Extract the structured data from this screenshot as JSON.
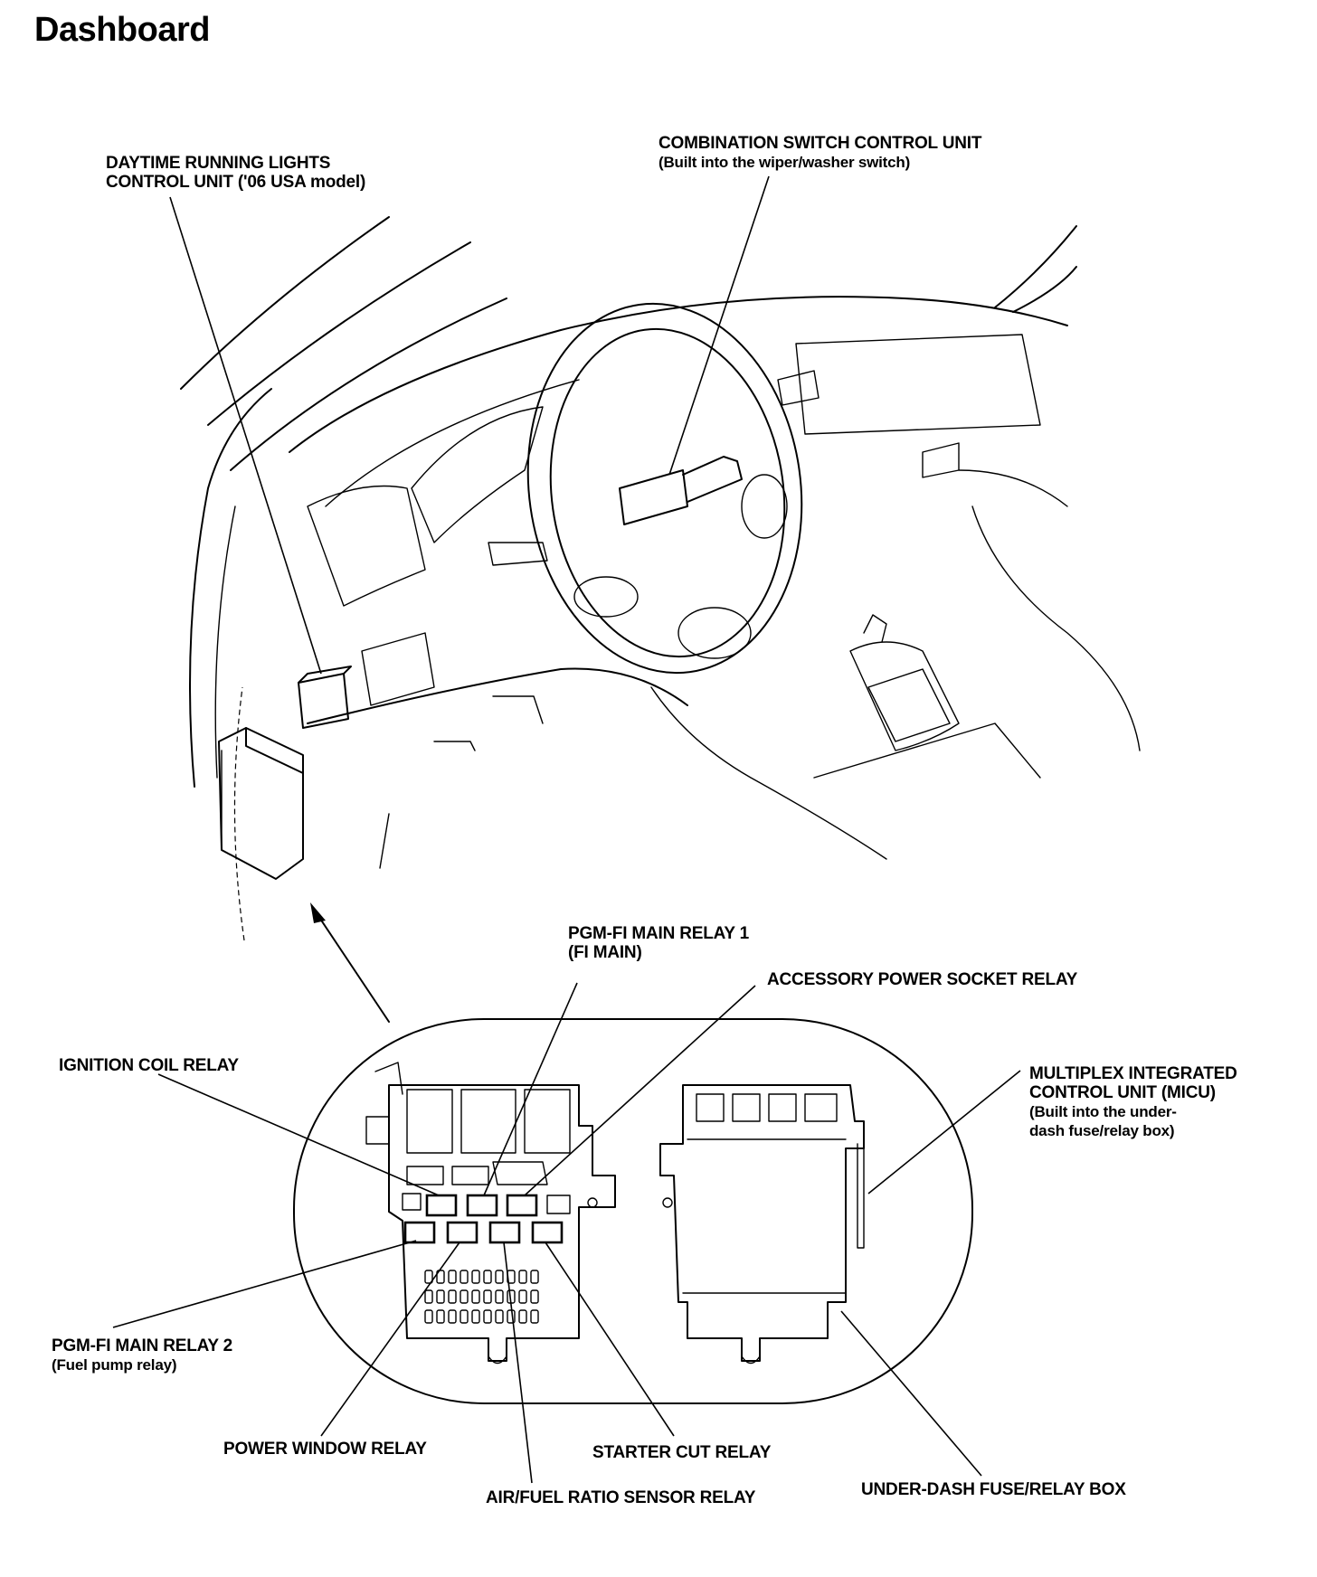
{
  "title": "Dashboard",
  "labels": {
    "drl": {
      "line1": "DAYTIME RUNNING LIGHTS",
      "line2": "CONTROL UNIT ('06 USA model)"
    },
    "combo": {
      "line1": "COMBINATION SWITCH CONTROL UNIT",
      "line2": "(Built into the wiper/washer switch)"
    },
    "pgm1": {
      "line1": "PGM-FI MAIN RELAY 1",
      "line2": "(FI MAIN)"
    },
    "accessory": {
      "line1": "ACCESSORY POWER SOCKET RELAY"
    },
    "ignition": {
      "line1": "IGNITION COIL RELAY"
    },
    "micu": {
      "line1": "MULTIPLEX INTEGRATED",
      "line2": "CONTROL UNIT (MICU)",
      "line3": "(Built into the under-",
      "line4": "dash fuse/relay box)"
    },
    "pgm2": {
      "line1": "PGM-FI MAIN RELAY 2",
      "line2": "(Fuel pump relay)"
    },
    "power_window": {
      "line1": "POWER WINDOW RELAY"
    },
    "starter_cut": {
      "line1": "STARTER CUT RELAY"
    },
    "af_sensor": {
      "line1": "AIR/FUEL RATIO SENSOR RELAY"
    },
    "underdash": {
      "line1": "UNDER-DASH FUSE/RELAY BOX"
    }
  }
}
